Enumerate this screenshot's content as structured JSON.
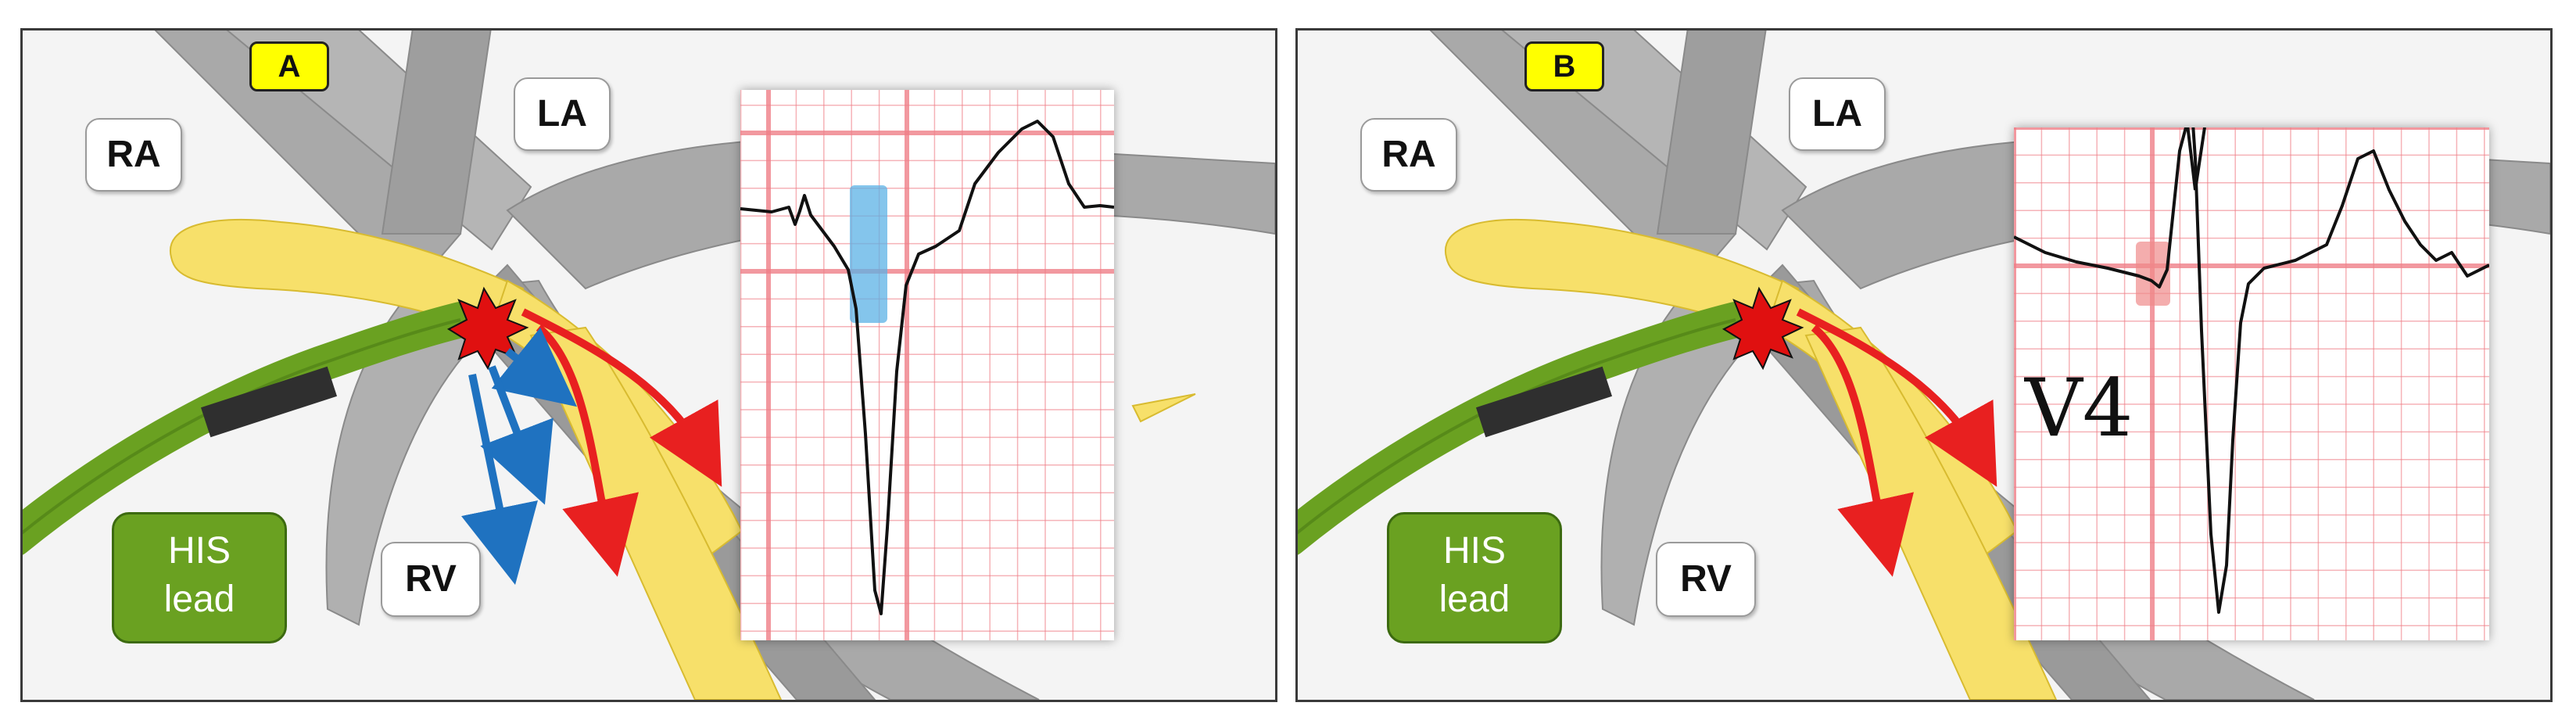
{
  "panels": [
    {
      "badge": "A",
      "labels": {
        "ra": "RA",
        "la": "LA",
        "rv": "RV"
      },
      "lead_box": {
        "line1": "HIS",
        "line2": "lead"
      },
      "ecg_lead_label": ""
    },
    {
      "badge": "B",
      "labels": {
        "ra": "RA",
        "la": "LA",
        "rv": "RV"
      },
      "lead_box": {
        "line1": "HIS",
        "line2": "lead"
      },
      "ecg_lead_label": "V4"
    }
  ],
  "colors": {
    "conduction_system": "#f7e06a",
    "anatomy_gray": "#a9a9a9",
    "lead_green": "#6aa121",
    "pacing_spike": "#e01010",
    "activation_arrow_red": "#e82020",
    "activation_arrow_blue": "#1f72c0",
    "ecg_grid": "#f07f88",
    "highlight_blue": "#5bb2e6",
    "highlight_red": "#f08a8a",
    "badge_yellow": "#ffff00"
  }
}
